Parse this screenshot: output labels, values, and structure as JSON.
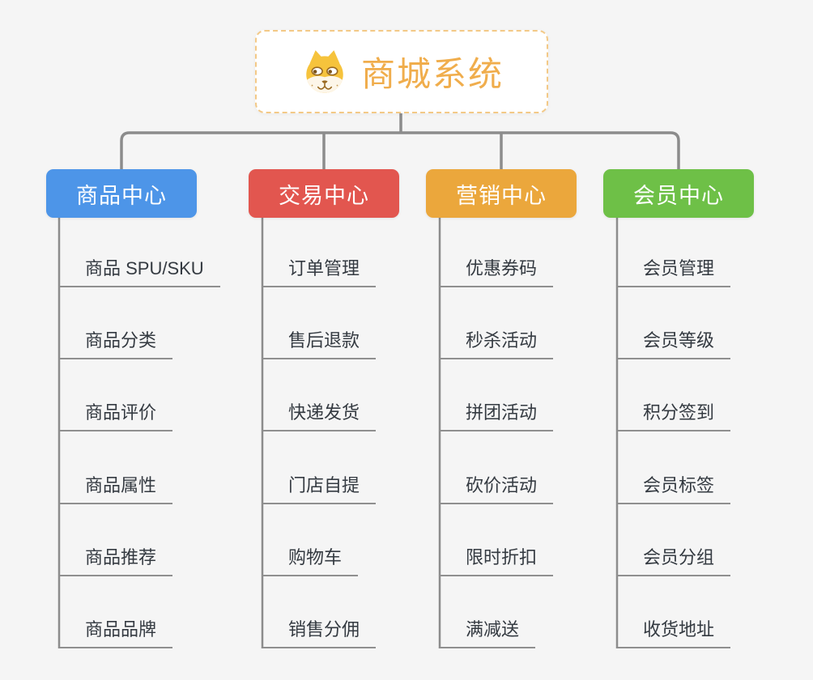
{
  "root": {
    "title": "商城系统",
    "icon": "dog-face-icon"
  },
  "branches": [
    {
      "label": "商品中心",
      "color": "#4d95e8",
      "items": [
        "商品 SPU/SKU",
        "商品分类",
        "商品评价",
        "商品属性",
        "商品推荐",
        "商品品牌"
      ]
    },
    {
      "label": "交易中心",
      "color": "#e2564f",
      "items": [
        "订单管理",
        "售后退款",
        "快递发货",
        "门店自提",
        "购物车",
        "销售分佣"
      ]
    },
    {
      "label": "营销中心",
      "color": "#eba73c",
      "items": [
        "优惠券码",
        "秒杀活动",
        "拼团活动",
        "砍价活动",
        "限时折扣",
        "满减送"
      ]
    },
    {
      "label": "会员中心",
      "color": "#6ec047",
      "items": [
        "会员管理",
        "会员等级",
        "积分签到",
        "会员标签",
        "会员分组",
        "收货地址"
      ]
    }
  ],
  "colors": {
    "background": "#f5f5f5",
    "connector_line": "#8c8c8c",
    "root_border": "#f3c987",
    "root_text": "#f0ad4c",
    "item_text": "#343a41"
  }
}
